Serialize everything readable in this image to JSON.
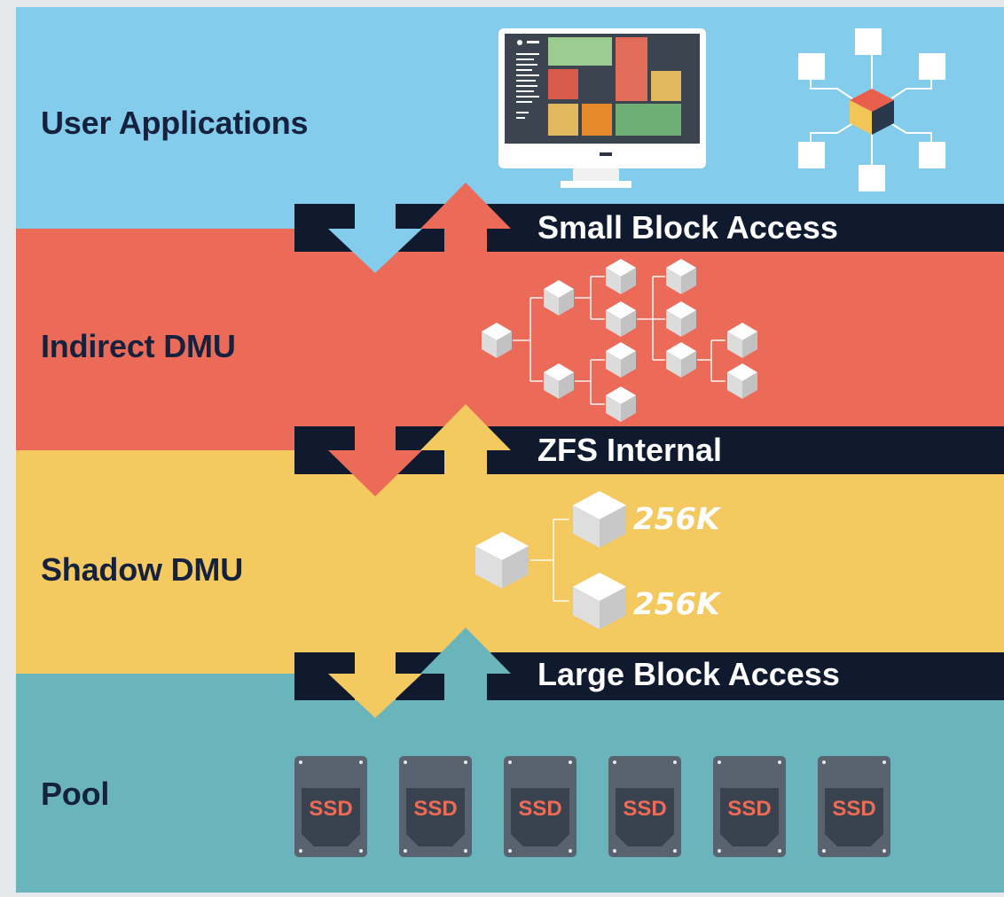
{
  "layers": {
    "user_applications": "User Applications",
    "indirect_dmu": "Indirect DMU",
    "shadow_dmu": "Shadow DMU",
    "pool": "Pool"
  },
  "bars": {
    "small_block_access": "Small Block Access",
    "zfs_internal": "ZFS Internal",
    "large_block_access": "Large Block Access"
  },
  "shadow_blocks": [
    "256K",
    "256K"
  ],
  "pool_disks": [
    "SSD",
    "SSD",
    "SSD",
    "SSD",
    "SSD",
    "SSD"
  ],
  "colors": {
    "user_applications": "#83ccec",
    "indirect_dmu": "#eb6b58",
    "shadow_dmu": "#f3c960",
    "pool": "#6ab4bb",
    "bar": "#101a2f",
    "text": "#16213e"
  }
}
